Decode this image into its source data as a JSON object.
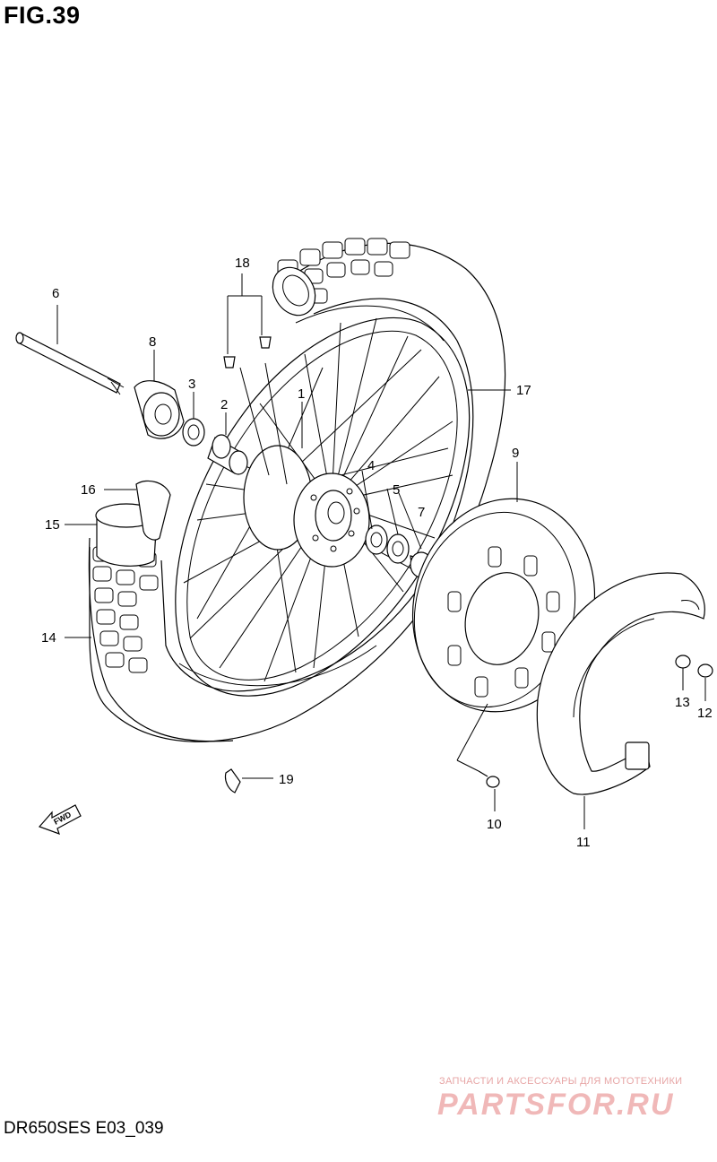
{
  "figure": {
    "title": "FIG.39",
    "model_code": "DR650SES E03_039"
  },
  "callouts": [
    "1",
    "2",
    "3",
    "4",
    "5",
    "6",
    "7",
    "8",
    "9",
    "10",
    "11",
    "12",
    "13",
    "14",
    "15",
    "16",
    "17",
    "18",
    "19"
  ],
  "direction_badge": "FWD",
  "watermark": {
    "tagline": "ЗАПЧАСТИ И АКСЕССУАРЫ ДЛЯ МОТОТЕХНИКИ",
    "brand": "PARTSFOR.RU"
  }
}
